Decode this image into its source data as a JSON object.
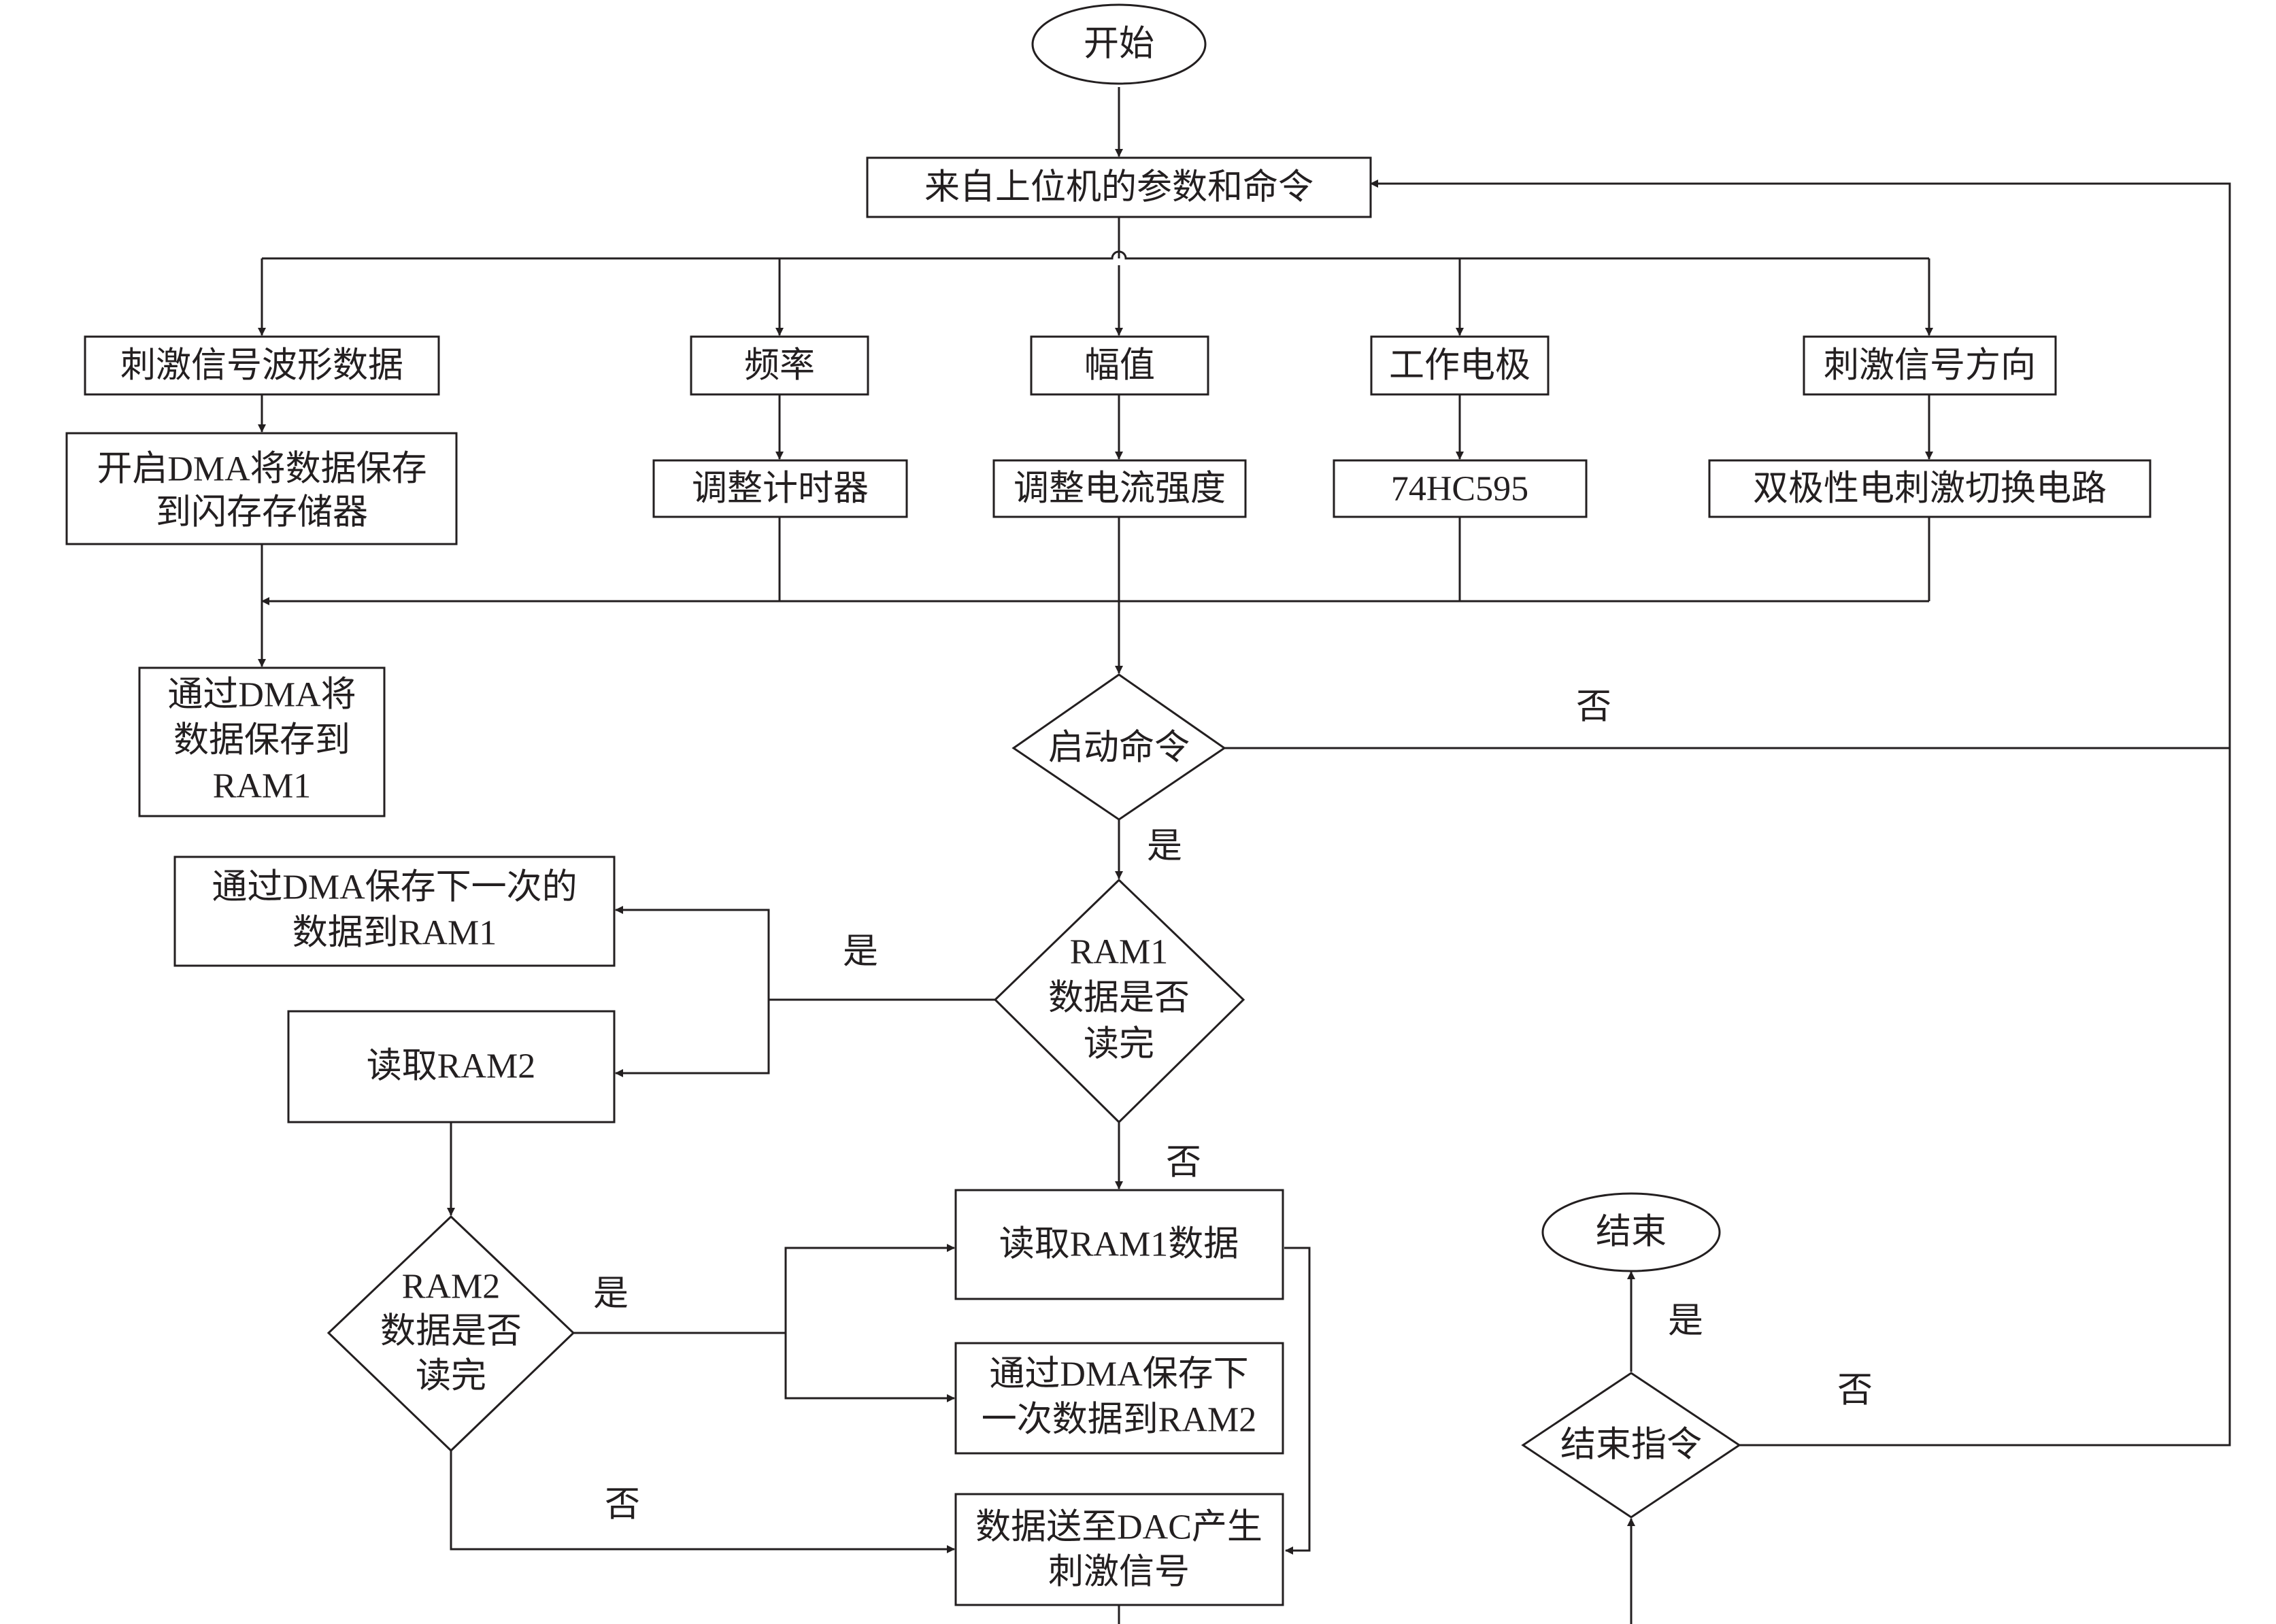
{
  "nodes": {
    "start": "开始",
    "params": "来自上位机的参数和命令",
    "waveform": "刺激信号波形数据",
    "frequency": "频率",
    "amplitude": "幅值",
    "electrode": "工作电极",
    "direction": "刺激信号方向",
    "dma_flash_1": "开启DMA将数据保存",
    "dma_flash_2": "到闪存存储器",
    "timer": "调整计时器",
    "current": "调整电流强度",
    "chip": "74HC595",
    "bipolar": "双极性电刺激切换电路",
    "dma_ram1_1": "通过DMA将",
    "dma_ram1_2": "数据保存到",
    "dma_ram1_3": "RAM1",
    "start_cmd": "启动命令",
    "ram1_check_1": "RAM1",
    "ram1_check_2": "数据是否",
    "ram1_check_3": "读完",
    "next_ram1_1": "通过DMA保存下一次的",
    "next_ram1_2": "数据到RAM1",
    "read_ram2": "读取RAM2",
    "ram2_check_1": "RAM2",
    "ram2_check_2": "数据是否",
    "ram2_check_3": "读完",
    "read_ram1": "读取RAM1数据",
    "next_ram2_1": "通过DMA保存下",
    "next_ram2_2": "一次数据到RAM2",
    "dac_1": "数据送至DAC产生",
    "dac_2": "刺激信号",
    "end_cmd": "结束指令",
    "end": "结束"
  },
  "labels": {
    "start_no": "否",
    "start_yes": "是",
    "ram1_yes": "是",
    "ram1_no": "否",
    "ram2_yes": "是",
    "ram2_no": "否",
    "end_yes": "是",
    "end_no": "否"
  }
}
